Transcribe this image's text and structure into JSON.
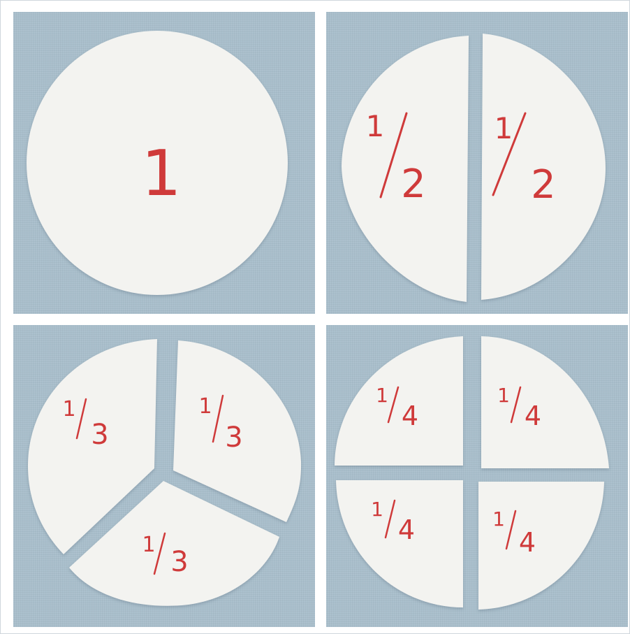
{
  "colors": {
    "board_blue": "#a9bfcc",
    "paper_white": "#f3f3f0",
    "ink_red": "#cf3a3a"
  },
  "panels": [
    {
      "name": "whole",
      "pieces": [
        {
          "label": "1"
        }
      ]
    },
    {
      "name": "halves",
      "pieces": [
        {
          "label_num": "1",
          "label_den": "2"
        },
        {
          "label_num": "1",
          "label_den": "2"
        }
      ]
    },
    {
      "name": "thirds",
      "pieces": [
        {
          "label_num": "1",
          "label_den": "3"
        },
        {
          "label_num": "1",
          "label_den": "3"
        },
        {
          "label_num": "1",
          "label_den": "3"
        }
      ]
    },
    {
      "name": "quarters",
      "pieces": [
        {
          "label_num": "1",
          "label_den": "4"
        },
        {
          "label_num": "1",
          "label_den": "4"
        },
        {
          "label_num": "1",
          "label_den": "4"
        },
        {
          "label_num": "1",
          "label_den": "4"
        }
      ]
    }
  ]
}
